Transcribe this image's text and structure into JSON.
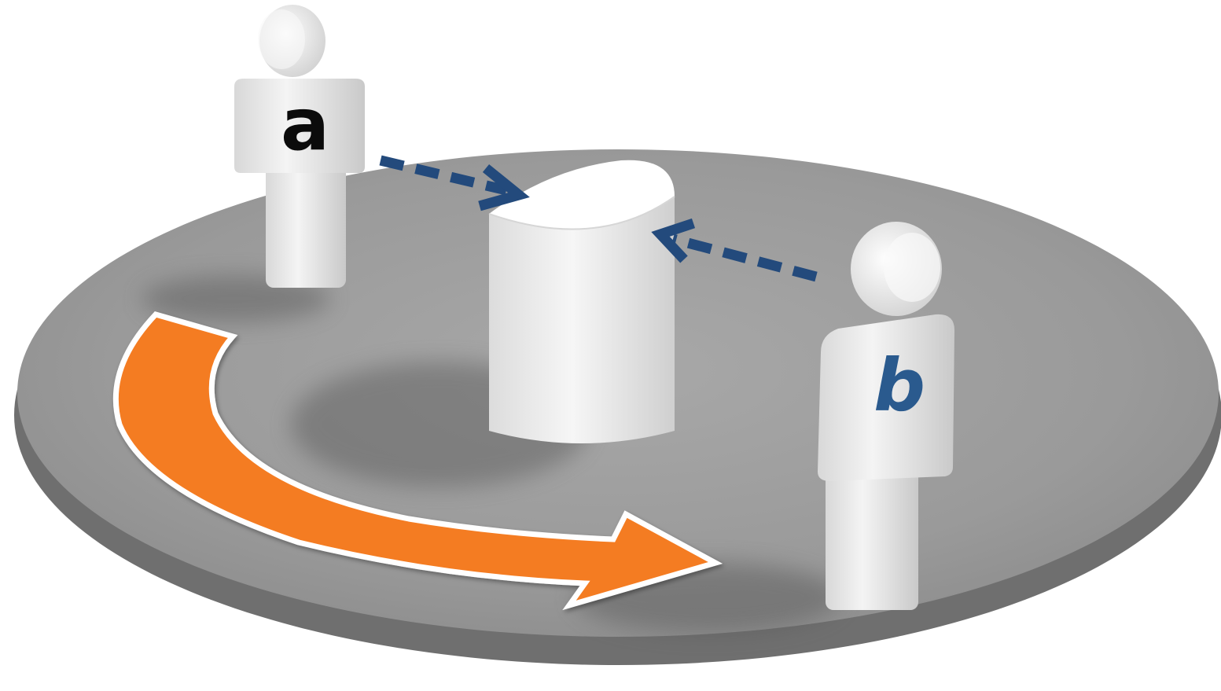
{
  "figures": [
    {
      "id": "a",
      "label": "a",
      "label_color": "#0b0b0b"
    },
    {
      "id": "b",
      "label": "b",
      "label_color": "#2a5a8e"
    }
  ],
  "colors": {
    "platform_top": "#9b9b9b",
    "platform_edge": "#6f6f6f",
    "figure_white": "#f2f2f2",
    "dashed_arrow": "#234a7c",
    "rotation_arrow": "#f47b20",
    "rotation_arrow_outline": "#ffffff"
  },
  "icons": {
    "rotation": "curved-rotation-arrow",
    "gaze_a": "dashed-arrow",
    "gaze_b": "dashed-arrow"
  }
}
